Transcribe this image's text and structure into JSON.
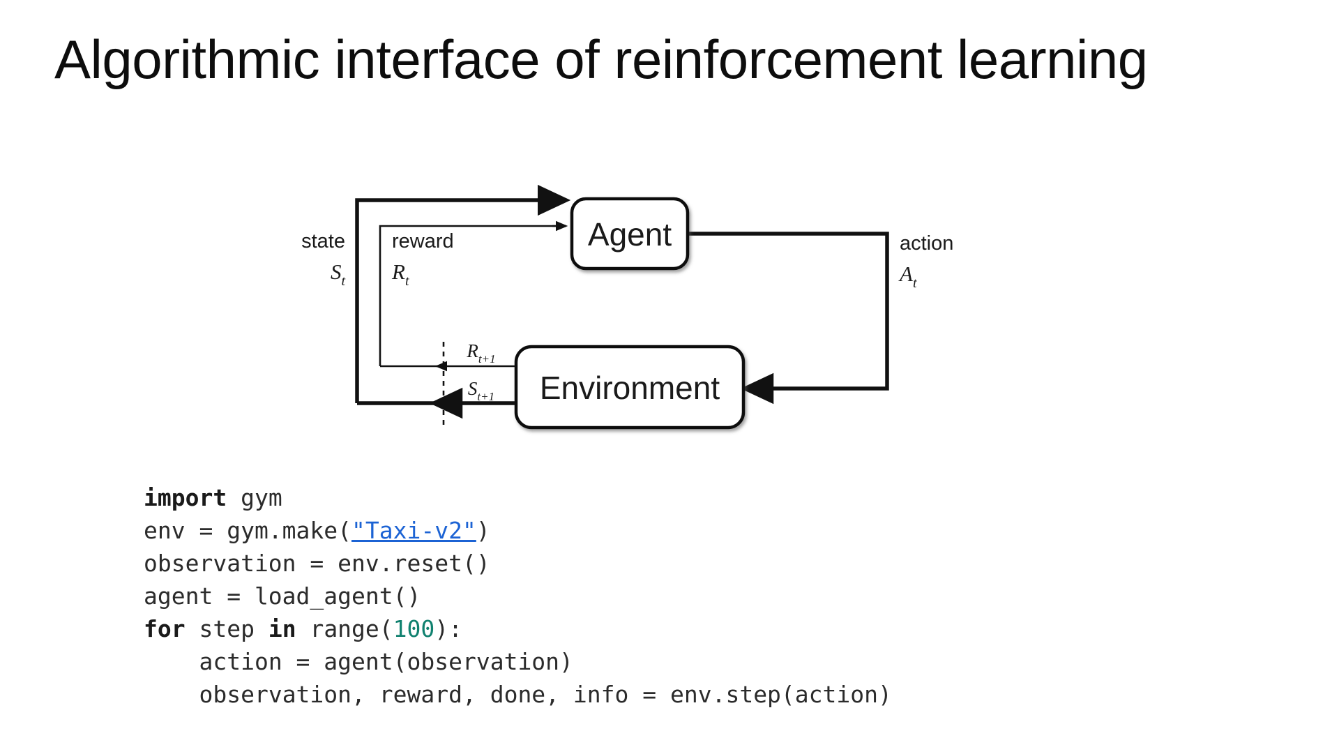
{
  "slide": {
    "title": "Algorithmic interface of reinforcement learning",
    "background_color": "#ffffff"
  },
  "diagram": {
    "name": "agent-environment-interaction-loop",
    "type": "flow-diagram",
    "nodes": [
      {
        "id": "agent",
        "label": "Agent"
      },
      {
        "id": "environment",
        "label": "Environment"
      }
    ],
    "edge_labels": {
      "state_word": "state",
      "state_symbol": "S",
      "state_sub": "t",
      "reward_word": "reward",
      "reward_symbol": "R",
      "reward_sub": "t",
      "action_word": "action",
      "action_symbol": "A",
      "action_sub": "t",
      "reward_next_symbol": "R",
      "reward_next_sub": "t+1",
      "state_next_symbol": "S",
      "state_next_sub": "t+1"
    },
    "stroke_color": "#111111"
  },
  "code": {
    "language": "python",
    "link_color": "#1c63d4",
    "number_color": "#10816f",
    "lines": [
      {
        "indent": 0,
        "tokens": [
          {
            "t": "import",
            "style": "kw"
          },
          {
            "t": " gym",
            "style": "plain"
          }
        ]
      },
      {
        "indent": 0,
        "tokens": [
          {
            "t": "env = gym.make(",
            "style": "plain"
          },
          {
            "t": "\"Taxi-v2\"",
            "style": "link"
          },
          {
            "t": ")",
            "style": "plain"
          }
        ]
      },
      {
        "indent": 0,
        "tokens": [
          {
            "t": "observation = env.reset()",
            "style": "plain"
          }
        ]
      },
      {
        "indent": 0,
        "tokens": [
          {
            "t": "agent = load_agent()",
            "style": "plain"
          }
        ]
      },
      {
        "indent": 0,
        "tokens": [
          {
            "t": "for",
            "style": "kw"
          },
          {
            "t": " step ",
            "style": "plain"
          },
          {
            "t": "in",
            "style": "kw"
          },
          {
            "t": " range(",
            "style": "plain"
          },
          {
            "t": "100",
            "style": "num"
          },
          {
            "t": "):",
            "style": "plain"
          }
        ]
      },
      {
        "indent": 1,
        "tokens": [
          {
            "t": "action = agent(observation)",
            "style": "plain"
          }
        ]
      },
      {
        "indent": 1,
        "tokens": [
          {
            "t": "observation, reward, done, info = env.step(action)",
            "style": "plain"
          }
        ]
      }
    ],
    "plain_text": "import gym\nenv = gym.make(\"Taxi-v2\")\nobservation = env.reset()\nagent = load_agent()\nfor step in range(100):\n    action = agent(observation)\n    observation, reward, done, info = env.step(action)"
  }
}
